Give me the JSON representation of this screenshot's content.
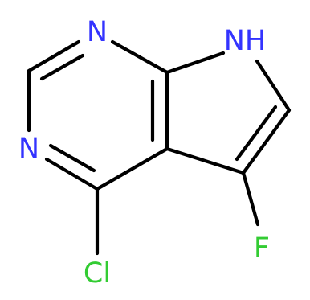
{
  "molecule": {
    "atoms": {
      "n_top": {
        "symbol": "N",
        "color": "#3333ff"
      },
      "n_left": {
        "symbol": "N",
        "color": "#3333ff"
      },
      "nh": {
        "symbol": "NH",
        "color": "#3333ff"
      },
      "f": {
        "symbol": "F",
        "color": "#33cc33"
      },
      "cl": {
        "symbol": "Cl",
        "color": "#33cc33"
      }
    },
    "bond_color": "#000000"
  }
}
